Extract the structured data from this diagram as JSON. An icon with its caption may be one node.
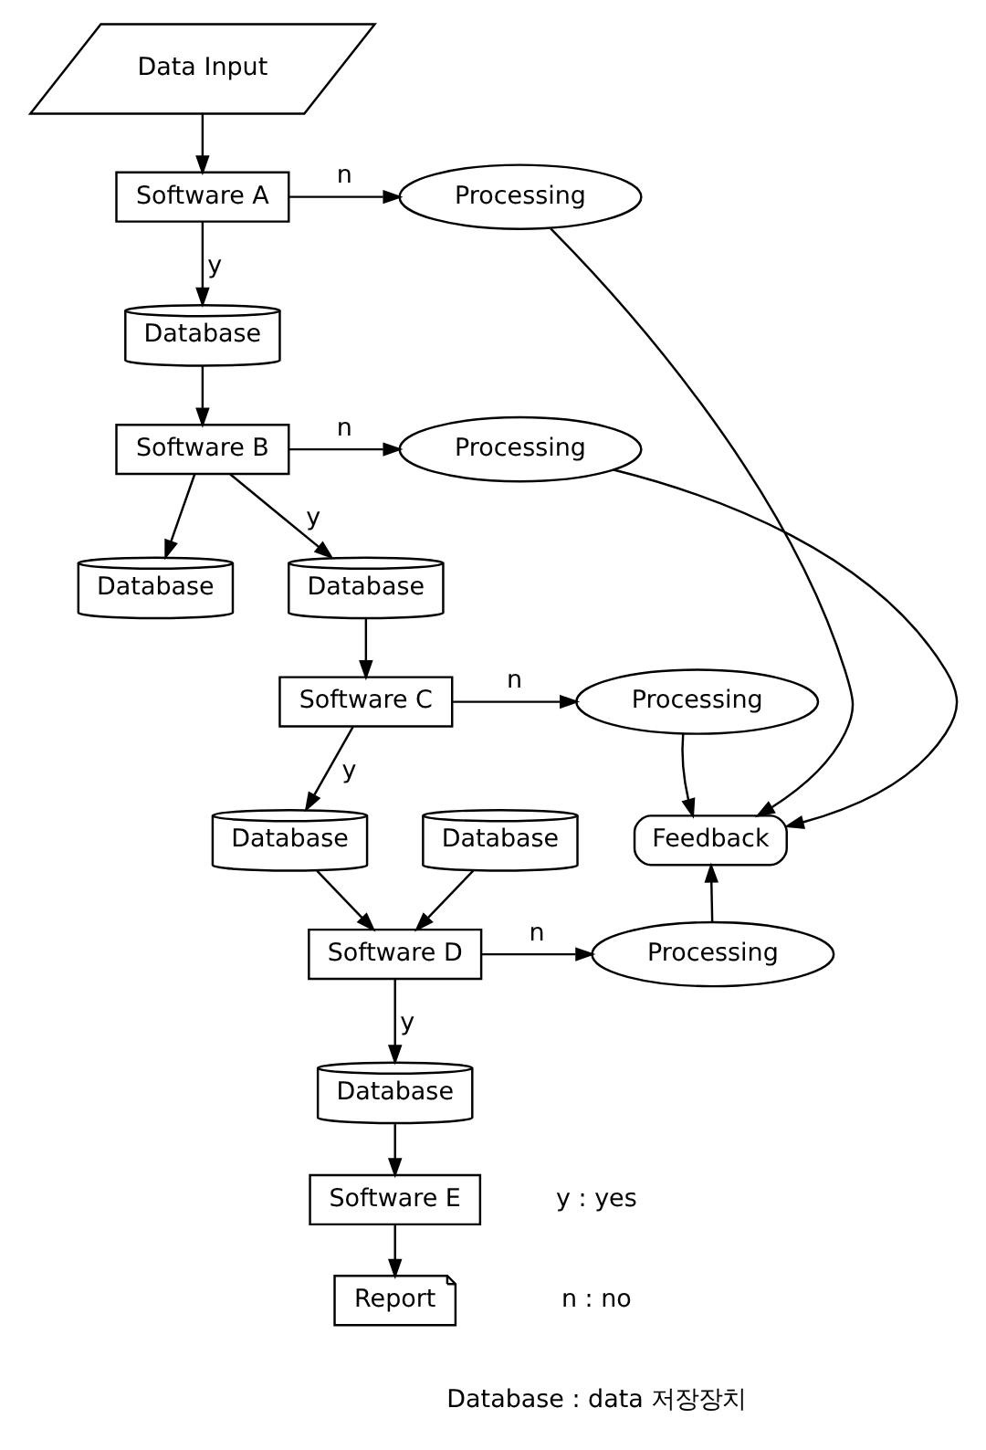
{
  "diagram": {
    "nodes": [
      {
        "text": [
          "Data Input"
        ]
      },
      {
        "text": [
          "Software A"
        ]
      },
      {
        "text": [
          "Processing"
        ]
      },
      {
        "text": [
          "Database"
        ]
      },
      {
        "text": [
          "Software B"
        ]
      },
      {
        "text": [
          "Processing"
        ]
      },
      {
        "text": [
          "Database"
        ]
      },
      {
        "text": [
          "Database"
        ]
      },
      {
        "text": [
          "Software C"
        ]
      },
      {
        "text": [
          "Processing"
        ]
      },
      {
        "text": [
          "Database"
        ]
      },
      {
        "text": [
          "Database"
        ]
      },
      {
        "text": [
          "Software D"
        ]
      },
      {
        "text": [
          "Processing"
        ]
      },
      {
        "text": [
          "Database"
        ]
      },
      {
        "text": [
          "Software E"
        ]
      },
      {
        "text": [
          "Report"
        ]
      },
      {
        "text": [
          "Feedback"
        ]
      }
    ],
    "edges": [
      {
        "from": 0,
        "to": 1,
        "arrow": "to"
      },
      {
        "from": 1,
        "to": 2,
        "arrow": "to",
        "label": "n"
      },
      {
        "from": 1,
        "to": 3,
        "arrow": "to",
        "label": "y"
      },
      {
        "from": 3,
        "to": 4,
        "arrow": "to"
      },
      {
        "from": 4,
        "to": 5,
        "arrow": "to",
        "label": "n"
      },
      {
        "from": 4,
        "to": 6,
        "arrow": "to"
      },
      {
        "from": 4,
        "to": 7,
        "arrow": "to",
        "label": "y"
      },
      {
        "from": 7,
        "to": 8,
        "arrow": "to"
      },
      {
        "from": 8,
        "to": 9,
        "arrow": "to",
        "label": "n"
      },
      {
        "from": 8,
        "to": 11,
        "arrow": "to",
        "label": "y"
      },
      {
        "from": 10,
        "to": 12,
        "arrow": "to"
      },
      {
        "from": 11,
        "to": 12,
        "arrow": "to"
      },
      {
        "from": 12,
        "to": 13,
        "arrow": "to",
        "label": "n"
      },
      {
        "from": 12,
        "to": 14,
        "arrow": "to",
        "label": "y"
      },
      {
        "from": 14,
        "to": 15,
        "arrow": "to"
      },
      {
        "from": 15,
        "to": 16,
        "arrow": "to"
      },
      {
        "from": 2,
        "to": 17,
        "arrow": "to"
      },
      {
        "from": 5,
        "to": 17,
        "arrow": "to"
      },
      {
        "from": 9,
        "to": 17,
        "arrow": "to"
      },
      {
        "from": 13,
        "to": 17,
        "arrow": "to"
      }
    ],
    "labels": [
      "y : yes",
      "n : no",
      "Database : data 저장장치"
    ]
  }
}
